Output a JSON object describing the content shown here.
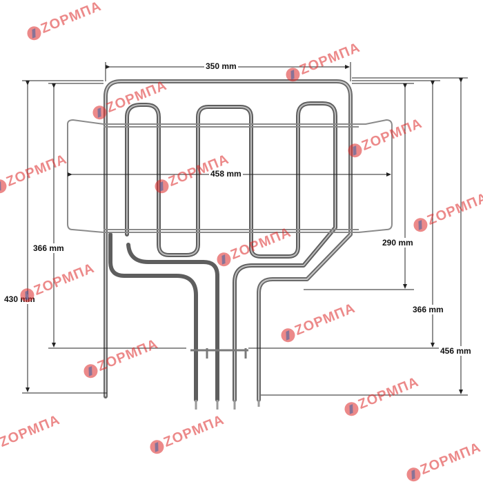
{
  "watermark": {
    "text": "ZOPMΠA",
    "color": "#dc2828"
  },
  "dimensions": {
    "top_width": "350 mm",
    "grill_width": "458 mm",
    "left_inner_height": "366 mm",
    "left_outer_height": "430 mm",
    "right_inner_height": "290 mm",
    "right_mid_height": "366 mm",
    "right_outer_height": "456 mm"
  }
}
